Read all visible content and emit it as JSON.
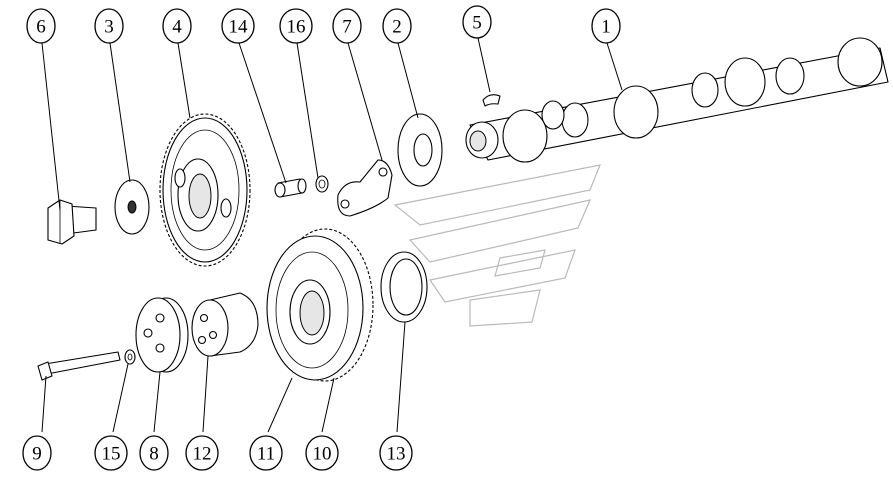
{
  "callouts": [
    {
      "label": "6"
    },
    {
      "label": "3"
    },
    {
      "label": "4"
    },
    {
      "label": "14"
    },
    {
      "label": "16"
    },
    {
      "label": "7"
    },
    {
      "label": "2"
    },
    {
      "label": "5"
    },
    {
      "label": "1"
    },
    {
      "label": "9"
    },
    {
      "label": "15"
    },
    {
      "label": "8"
    },
    {
      "label": "12"
    },
    {
      "label": "11"
    },
    {
      "label": "10"
    },
    {
      "label": "13"
    }
  ],
  "colors": {
    "line": "#000000",
    "background": "#ffffff",
    "watermark": "#b9b9b9"
  }
}
